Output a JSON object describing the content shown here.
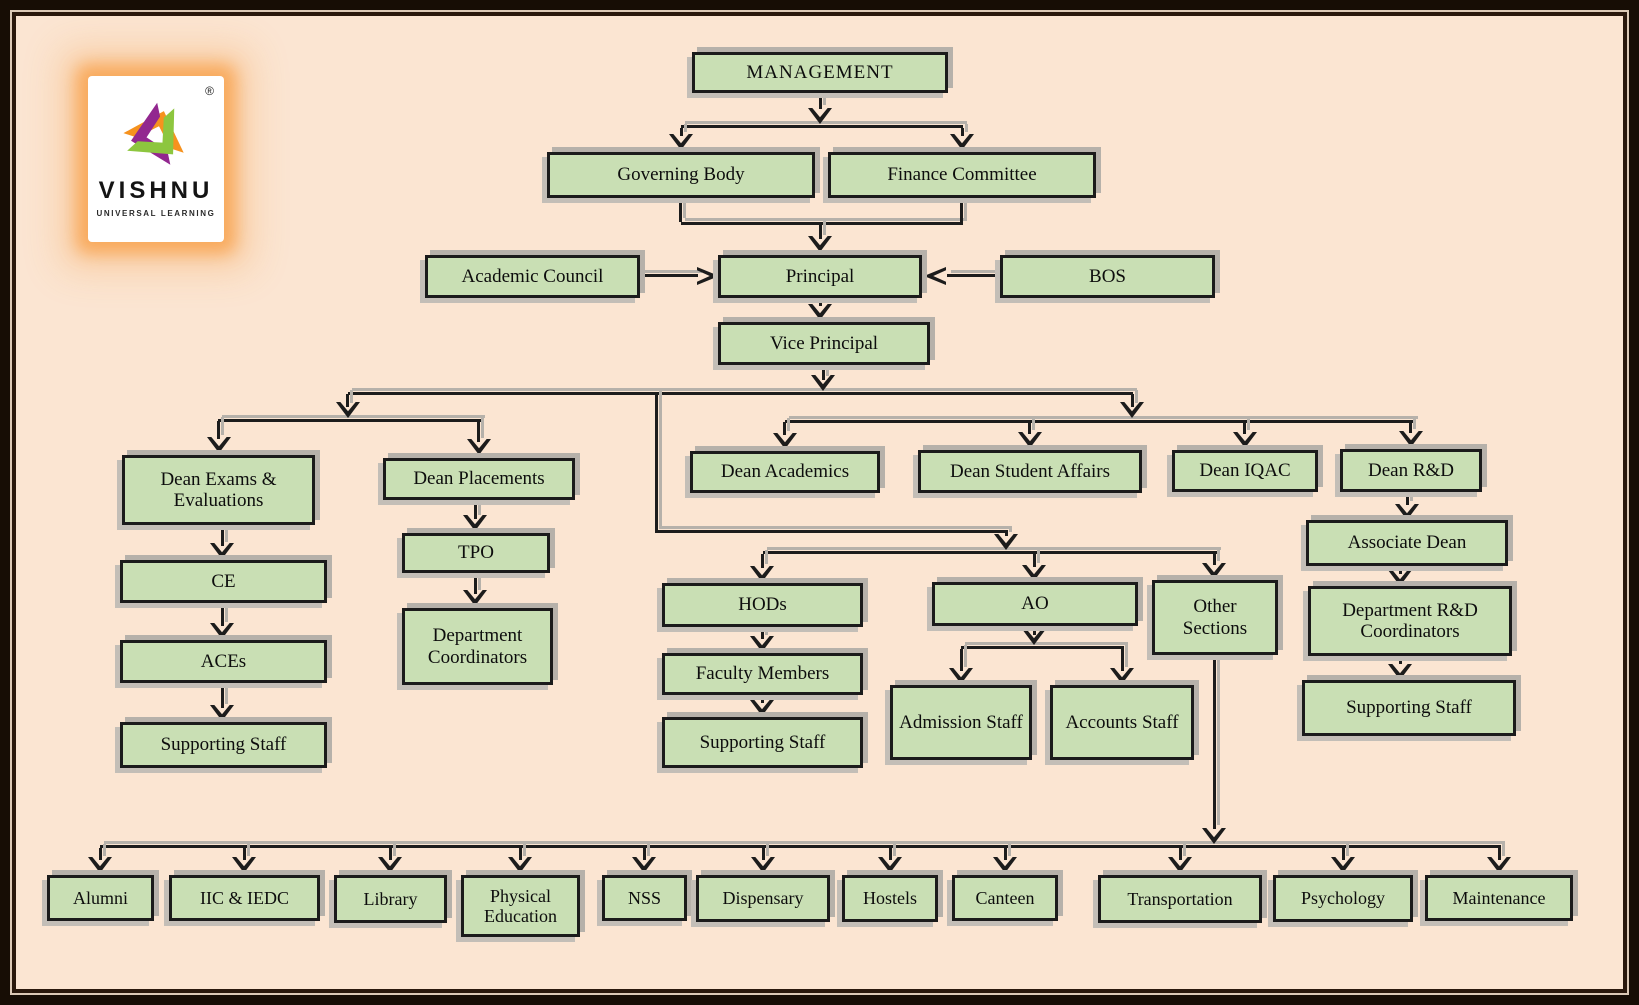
{
  "logo": {
    "brand": "VISHNU",
    "tagline": "UNIVERSAL LEARNING",
    "registered": "®"
  },
  "org": {
    "management": "MANAGEMENT",
    "governing_body": "Governing Body",
    "finance_committee": "Finance Committee",
    "academic_council": "Academic Council",
    "principal": "Principal",
    "bos": "BOS",
    "vice_principal": "Vice Principal",
    "dean_exams": "Dean Exams & Evaluations",
    "dean_placements": "Dean Placements",
    "dean_academics": "Dean Academics",
    "dean_student_affairs": "Dean Student Affairs",
    "dean_iqac": "Dean IQAC",
    "dean_rd": "Dean R&D",
    "ce": "CE",
    "aces": "ACEs",
    "supporting_staff_exams": "Supporting Staff",
    "tpo": "TPO",
    "dept_coordinators": "Department Coordinators",
    "hods": "HODs",
    "faculty_members": "Faculty Members",
    "supporting_staff_hods": "Supporting Staff",
    "ao": "AO",
    "admission_staff": "Admission Staff",
    "accounts_staff": "Accounts Staff",
    "other_sections": "Other Sections",
    "associate_dean": "Associate Dean",
    "dept_rd_coordinators": "Department R&D Coordinators",
    "supporting_staff_rd": "Supporting Staff",
    "alumni": "Alumni",
    "iic_iedc": "IIC & IEDC",
    "library": "Library",
    "physical_education": "Physical Education",
    "nss": "NSS",
    "dispensary": "Dispensary",
    "hostels": "Hostels",
    "canteen": "Canteen",
    "transportation": "Transportation",
    "psychology": "Psychology",
    "maintenance": "Maintenance"
  },
  "edges": [
    [
      "management",
      "governing_body"
    ],
    [
      "management",
      "finance_committee"
    ],
    [
      "governing_body",
      "principal"
    ],
    [
      "finance_committee",
      "principal"
    ],
    [
      "academic_council",
      "principal"
    ],
    [
      "bos",
      "principal"
    ],
    [
      "principal",
      "vice_principal"
    ],
    [
      "vice_principal",
      "dean_exams"
    ],
    [
      "vice_principal",
      "dean_placements"
    ],
    [
      "vice_principal",
      "dean_academics"
    ],
    [
      "vice_principal",
      "dean_student_affairs"
    ],
    [
      "vice_principal",
      "dean_iqac"
    ],
    [
      "vice_principal",
      "dean_rd"
    ],
    [
      "vice_principal",
      "hods"
    ],
    [
      "vice_principal",
      "ao"
    ],
    [
      "vice_principal",
      "other_sections"
    ],
    [
      "dean_exams",
      "ce"
    ],
    [
      "ce",
      "aces"
    ],
    [
      "aces",
      "supporting_staff_exams"
    ],
    [
      "dean_placements",
      "tpo"
    ],
    [
      "tpo",
      "dept_coordinators"
    ],
    [
      "hods",
      "faculty_members"
    ],
    [
      "faculty_members",
      "supporting_staff_hods"
    ],
    [
      "ao",
      "admission_staff"
    ],
    [
      "ao",
      "accounts_staff"
    ],
    [
      "dean_rd",
      "associate_dean"
    ],
    [
      "associate_dean",
      "dept_rd_coordinators"
    ],
    [
      "dept_rd_coordinators",
      "supporting_staff_rd"
    ],
    [
      "other_sections",
      "alumni"
    ],
    [
      "other_sections",
      "iic_iedc"
    ],
    [
      "other_sections",
      "library"
    ],
    [
      "other_sections",
      "physical_education"
    ],
    [
      "other_sections",
      "nss"
    ],
    [
      "other_sections",
      "dispensary"
    ],
    [
      "other_sections",
      "hostels"
    ],
    [
      "other_sections",
      "canteen"
    ],
    [
      "other_sections",
      "transportation"
    ],
    [
      "other_sections",
      "psychology"
    ],
    [
      "other_sections",
      "maintenance"
    ]
  ],
  "colors": {
    "background": "#fbe5d2",
    "box_fill": "#c9dfb4",
    "box_border": "#1b1b1b",
    "connector": "#1c1c1c",
    "shadow": "#b6b1aa",
    "frame": "#170d05",
    "logo_orange": "#f6921e",
    "logo_purple": "#92278f",
    "logo_green": "#8dc63f"
  }
}
